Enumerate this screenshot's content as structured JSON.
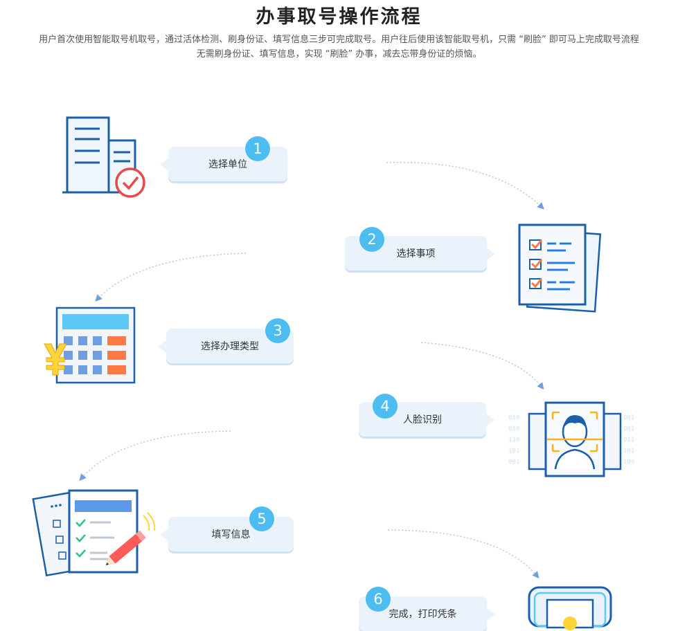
{
  "header": {
    "title": "办事取号操作流程",
    "desc_line1": "用户首次使用智能取号机取号，通过活体检测、刷身份证、填写信息三步可完成取号。用户往后使用该智能取号机，只需 “刷脸” 即可马上完成取号流程",
    "desc_line2": "无需刷身份证、填写信息，实现 “刷脸” 办事，减去忘带身份证的烦恼。"
  },
  "steps": [
    {
      "num": "1",
      "label": "选择单位",
      "icon": "building-check-icon"
    },
    {
      "num": "2",
      "label": "选择事项",
      "icon": "checklist-icon"
    },
    {
      "num": "3",
      "label": "选择办理类型",
      "icon": "calculator-yuan-icon"
    },
    {
      "num": "4",
      "label": "人脸识别",
      "icon": "face-scan-icon"
    },
    {
      "num": "5",
      "label": "填写信息",
      "icon": "form-pencil-icon"
    },
    {
      "num": "6",
      "label": "完成，打印凭条",
      "icon": "printer-icon"
    }
  ],
  "colors": {
    "accent": "#4cbcf1",
    "bubble": "#eaf3fc",
    "line": "#1a5fa8",
    "orange": "#ff7a45",
    "red": "#e84a4a"
  }
}
